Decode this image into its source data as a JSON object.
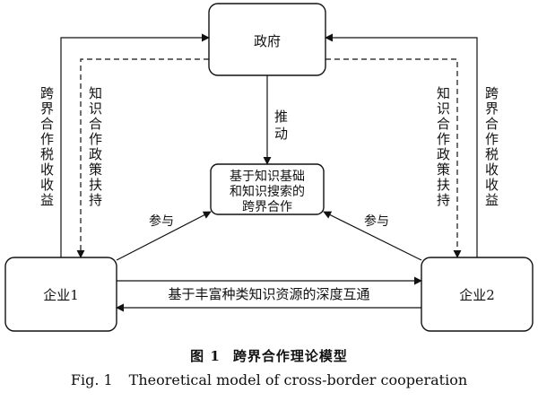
{
  "nodes": {
    "government": "政府",
    "center_lines": [
      "基于知识基础",
      "和知识搜索的",
      "跨界合作"
    ],
    "enterprise1": "企业1",
    "enterprise2": "企业2"
  },
  "edges": {
    "tax_income": "跨界合作税收收益",
    "policy_support": "知识合作政策扶持",
    "push": "推动",
    "participate": "参与",
    "deep_connectivity": "基于丰富种类知识资源的深度互通"
  },
  "caption": {
    "zh_number": "图 1",
    "zh_title": "跨界合作理论模型",
    "en_number": "Fig. 1",
    "en_title": "Theoretical model of cross-border cooperation"
  }
}
